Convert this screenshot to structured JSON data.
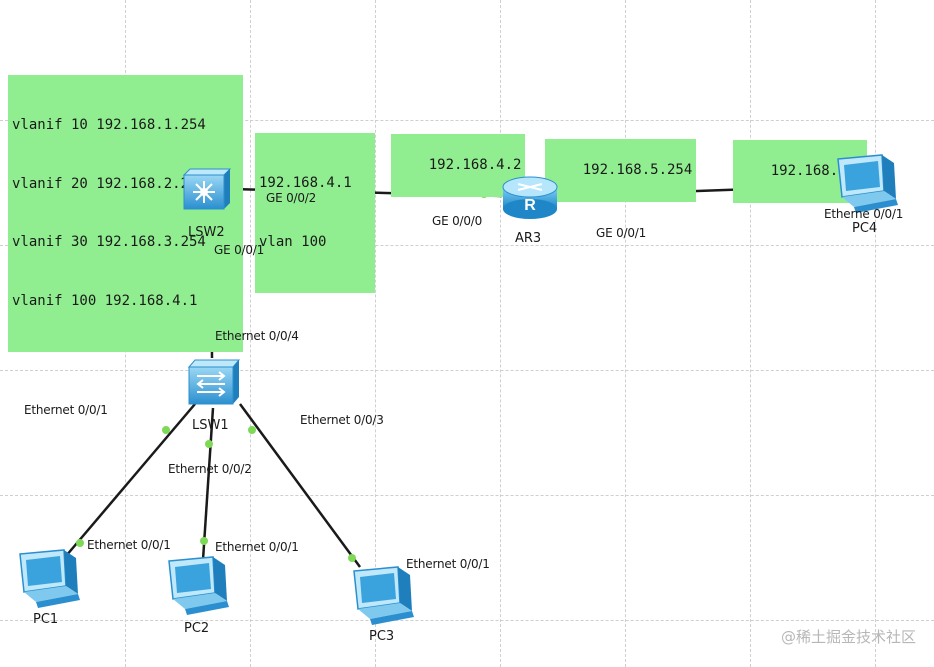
{
  "notes": {
    "vlanif": [
      "vlanif 10 192.168.1.254",
      "vlanif 20 192.168.2.254",
      "vlanif 30 192.168.3.254",
      "vlanif 100 192.168.4.1"
    ],
    "lsw2_uplink": [
      "192.168.4.1",
      "vlan 100"
    ],
    "ar3_ge0": "192.168.4.2",
    "ar3_ge1": "192.168.5.254",
    "pc4_ip": "192.168.5.1"
  },
  "devices": {
    "lsw2": "LSW2",
    "lsw1": "LSW1",
    "ar3": "AR3",
    "pc1": "PC1",
    "pc2": "PC2",
    "pc3": "PC3",
    "pc4": "PC4"
  },
  "ports": {
    "lsw2_ge002": "GE 0/0/2",
    "lsw2_ge001": "GE 0/0/1",
    "ar3_ge000": "GE 0/0/0",
    "ar3_ge001": "GE 0/0/1",
    "pc4_eth": "Etherne 0/0/1",
    "lsw1_eth004": "Ethernet 0/0/4",
    "lsw1_eth001": "Ethernet 0/0/1",
    "lsw1_eth002": "Ethernet 0/0/2",
    "lsw1_eth003": "Ethernet 0/0/3",
    "pc1_eth": "Ethernet 0/0/1",
    "pc2_eth": "Ethernet 0/0/1",
    "pc3_eth": "Ethernet 0/0/1"
  },
  "watermark": "@稀土掘金技术社区",
  "colors": {
    "note_bg": "#90ee90",
    "link": "#1a1a1a",
    "port_dot": "#7ed957",
    "device_blue": "#3aa3dd"
  },
  "icons": {
    "switch": "layer2-switch-icon",
    "core_switch": "layer3-switch-icon",
    "router": "router-icon",
    "pc": "pc-icon"
  }
}
